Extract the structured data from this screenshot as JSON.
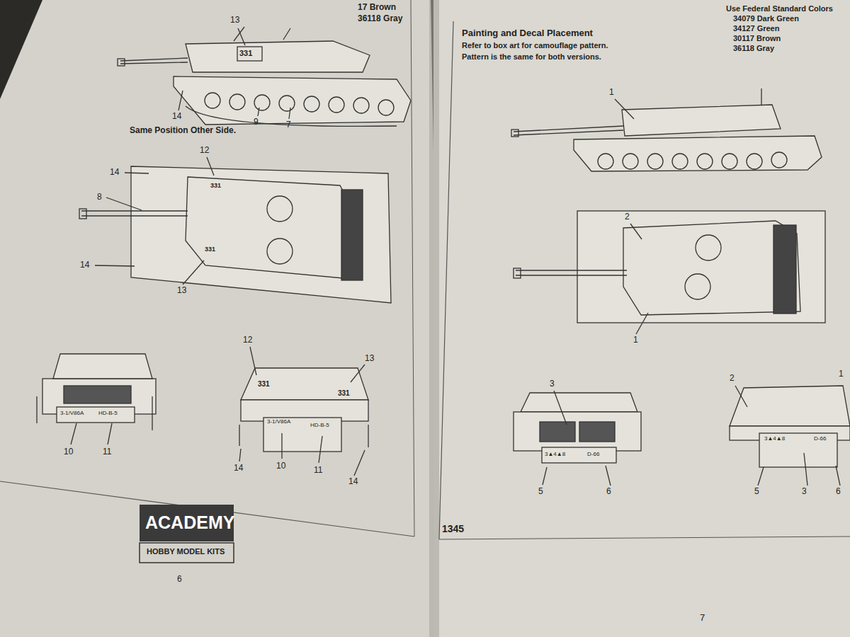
{
  "diagram": {
    "title": "Painting and Decal Placement",
    "labels": [
      "17 Brown",
      "36118 Gray",
      "13",
      "331",
      "14",
      "9",
      "7",
      "Same Position Other Side.",
      "12",
      "14",
      "331",
      "8",
      "14",
      "331",
      "13",
      "3-1/V86A",
      "HD-B-5",
      "10",
      "11",
      "12",
      "13",
      "331",
      "331",
      "3-1/V86A",
      "HD-B-5",
      "14",
      "10",
      "11",
      "14",
      "ACADEMY",
      "HOBBY MODEL KITS",
      "6",
      "Refer to box art for camouflage pattern.",
      "Pattern is the same for both versions.",
      "Use Federal Standard Colors",
      "34079 Dark Green",
      "34127 Green",
      "30117 Brown",
      "36118 Gray",
      "1",
      "2",
      "1",
      "3",
      "3▲4▲8",
      "D-66",
      "5",
      "6",
      "2",
      "1",
      "3▲4▲8",
      "D-66",
      "5",
      "3",
      "6",
      "1345",
      "7"
    ]
  }
}
